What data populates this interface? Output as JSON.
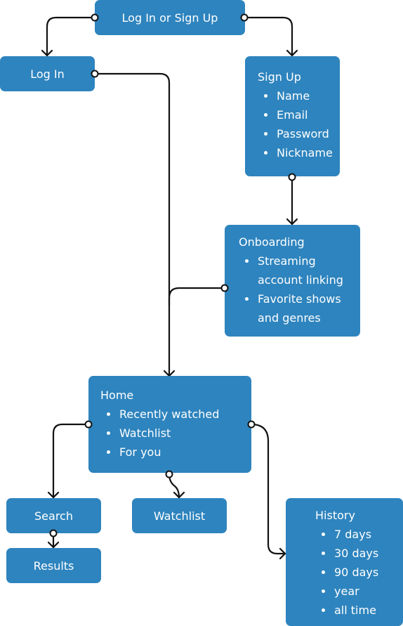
{
  "colors": {
    "node_fill": "#2e84be",
    "text": "#ffffff",
    "connector": "#111111",
    "port_fill": "#ffffff"
  },
  "nodes": {
    "login_or_signup": {
      "title": "Log In or Sign Up"
    },
    "login": {
      "title": "Log In"
    },
    "signup": {
      "title": "Sign Up",
      "items": [
        "Name",
        "Email",
        "Password",
        "Nickname"
      ]
    },
    "onboarding": {
      "title": "Onboarding",
      "items": [
        "Streaming account linking",
        "Favorite shows and genres"
      ]
    },
    "home": {
      "title": "Home",
      "items": [
        "Recently watched",
        "Watchlist",
        "For you"
      ]
    },
    "search": {
      "title": "Search"
    },
    "results": {
      "title": "Results"
    },
    "watchlist": {
      "title": "Watchlist"
    },
    "history": {
      "title": "History",
      "items": [
        "7 days",
        "30 days",
        "90 days",
        "year",
        "all time"
      ]
    }
  },
  "edges": [
    {
      "from": "login_or_signup",
      "to": "login"
    },
    {
      "from": "login_or_signup",
      "to": "signup"
    },
    {
      "from": "login",
      "to": "home"
    },
    {
      "from": "signup",
      "to": "onboarding"
    },
    {
      "from": "onboarding",
      "to": "home"
    },
    {
      "from": "home",
      "to": "search"
    },
    {
      "from": "home",
      "to": "watchlist"
    },
    {
      "from": "home",
      "to": "history"
    },
    {
      "from": "search",
      "to": "results"
    }
  ]
}
